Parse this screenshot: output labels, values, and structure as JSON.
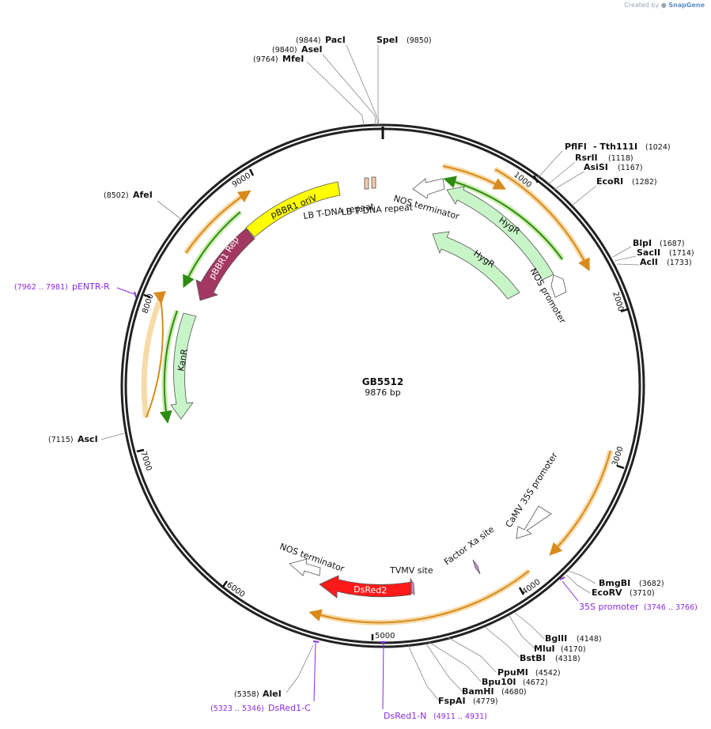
{
  "watermark": {
    "prefix": "Created by",
    "brand": "SnapGene"
  },
  "plasmid": {
    "name": "GB5512",
    "length_label": "9876 bp"
  },
  "ticks": [
    "1000",
    "2000",
    "3000",
    "4000",
    "5000",
    "6000",
    "7000",
    "8000",
    "9000"
  ],
  "enzymes": [
    {
      "name": "PacI",
      "pos": "(9844)"
    },
    {
      "name": "AseI",
      "pos": "(9840)"
    },
    {
      "name": "MfeI",
      "pos": "(9764)"
    },
    {
      "name": "SpeI",
      "pos": "(9850)"
    },
    {
      "name": "PflFI",
      "pos": ""
    },
    {
      "name": "- Tth111I",
      "pos": "(1024)"
    },
    {
      "name": "RsrII",
      "pos": "(1118)"
    },
    {
      "name": "AsiSI",
      "pos": "(1167)"
    },
    {
      "name": "EcoRI",
      "pos": "(1282)"
    },
    {
      "name": "BlpI",
      "pos": "(1687)"
    },
    {
      "name": "SacII",
      "pos": "(1714)"
    },
    {
      "name": "AclI",
      "pos": "(1733)"
    },
    {
      "name": "AfeI",
      "pos": "(8502)"
    },
    {
      "name": "AscI",
      "pos": "(7115)"
    },
    {
      "name": "BmgBI",
      "pos": "(3682)"
    },
    {
      "name": "EcoRV",
      "pos": "(3710)"
    },
    {
      "name": "BglII",
      "pos": "(4148)"
    },
    {
      "name": "MluI",
      "pos": "(4170)"
    },
    {
      "name": "BstBI",
      "pos": "(4318)"
    },
    {
      "name": "PpuMI",
      "pos": "(4542)"
    },
    {
      "name": "Bpu10I",
      "pos": "(4672)"
    },
    {
      "name": "BamHI",
      "pos": "(4680)"
    },
    {
      "name": "FspAI",
      "pos": "(4779)"
    },
    {
      "name": "AleI",
      "pos": "(5358)"
    }
  ],
  "primers": [
    {
      "name": "pENTR-R",
      "range": "(7962 .. 7981)"
    },
    {
      "name": "35S promoter",
      "range": "(3746 .. 3766)"
    },
    {
      "name": "DsRed1-C",
      "range": "(5323 .. 5346)"
    },
    {
      "name": "DsRed1-N",
      "range": "(4911 .. 4931)"
    }
  ],
  "features": {
    "pbbr1_oriv": "pBBR1 oriV",
    "pbbr1_rep": "pBBR1 Rep",
    "kanr": "KanR",
    "hygr_outer": "HygR",
    "hygr_inner": "HygR",
    "lb_repeat_1": "LB T-DNA repeat",
    "lb_repeat_2": "LB T-DNA repeat",
    "nos_terminator_top": "NOS terminator",
    "nos_promoter": "NOS promoter",
    "camv_35s": "CaMV 35S promoter",
    "factor_xa": "Factor Xa site",
    "tvmv": "TVMV site",
    "dsred2": "DsRed2",
    "nos_terminator_bottom": "NOS terminator"
  },
  "colors": {
    "orf_orange": "#e58a19",
    "orf_glow": "#f6dba9",
    "orf_green": "#2e8b12",
    "orf_green_glow": "#cdeeb0",
    "hygr": "#c8f5c8",
    "oriv": "#ffff00",
    "rep": "#a23862",
    "dsred": "#ff1a1a",
    "primer": "#8a2be2"
  }
}
